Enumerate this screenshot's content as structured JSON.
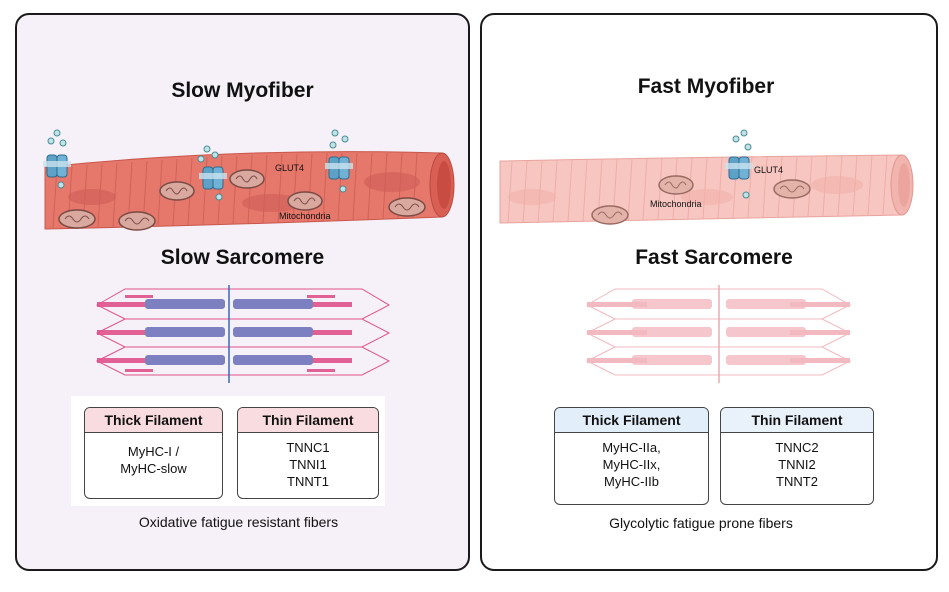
{
  "left_panel": {
    "myofiber_title": "Slow Myofiber",
    "glut4_label": "GLUT4",
    "mito_label": "Mitochondria",
    "sarcomere_title": "Slow Sarcomere",
    "thick_header": "Thick Filament",
    "thick_lines": [
      "MyHC-I /",
      "MyHC-slow"
    ],
    "thin_header": "Thin Filament",
    "thin_lines": [
      "TNNC1",
      "TNNI1",
      "TNNT1"
    ],
    "caption": "Oxidative fatigue resistant fibers"
  },
  "right_panel": {
    "myofiber_title": "Fast Myofiber",
    "glut4_label": "GLUT4",
    "mito_label": "Mitochondria",
    "sarcomere_title": "Fast Sarcomere",
    "thick_header": "Thick Filament",
    "thick_lines": [
      "MyHC-IIa,",
      "MyHC-IIx,",
      "MyHC-IIb"
    ],
    "thin_header": "Thin Filament",
    "thin_lines": [
      "TNNC2",
      "TNNI2",
      "TNNT2"
    ],
    "caption": "Glycolytic fatigue prone fibers"
  },
  "colors": {
    "slow_fiber": "#e6776b",
    "fast_fiber": "#f7c6c1",
    "slow_thin_filament": "#e0528a",
    "slow_thick_filament": "#7c7fc0",
    "fast_filament": "#f2b9c0",
    "slow_thick_header": "#f9dcdf",
    "fast_thick_header": "#e2eef9",
    "fast_thin_header": "#e9f1fa",
    "glut4": "#5ea1c6"
  }
}
